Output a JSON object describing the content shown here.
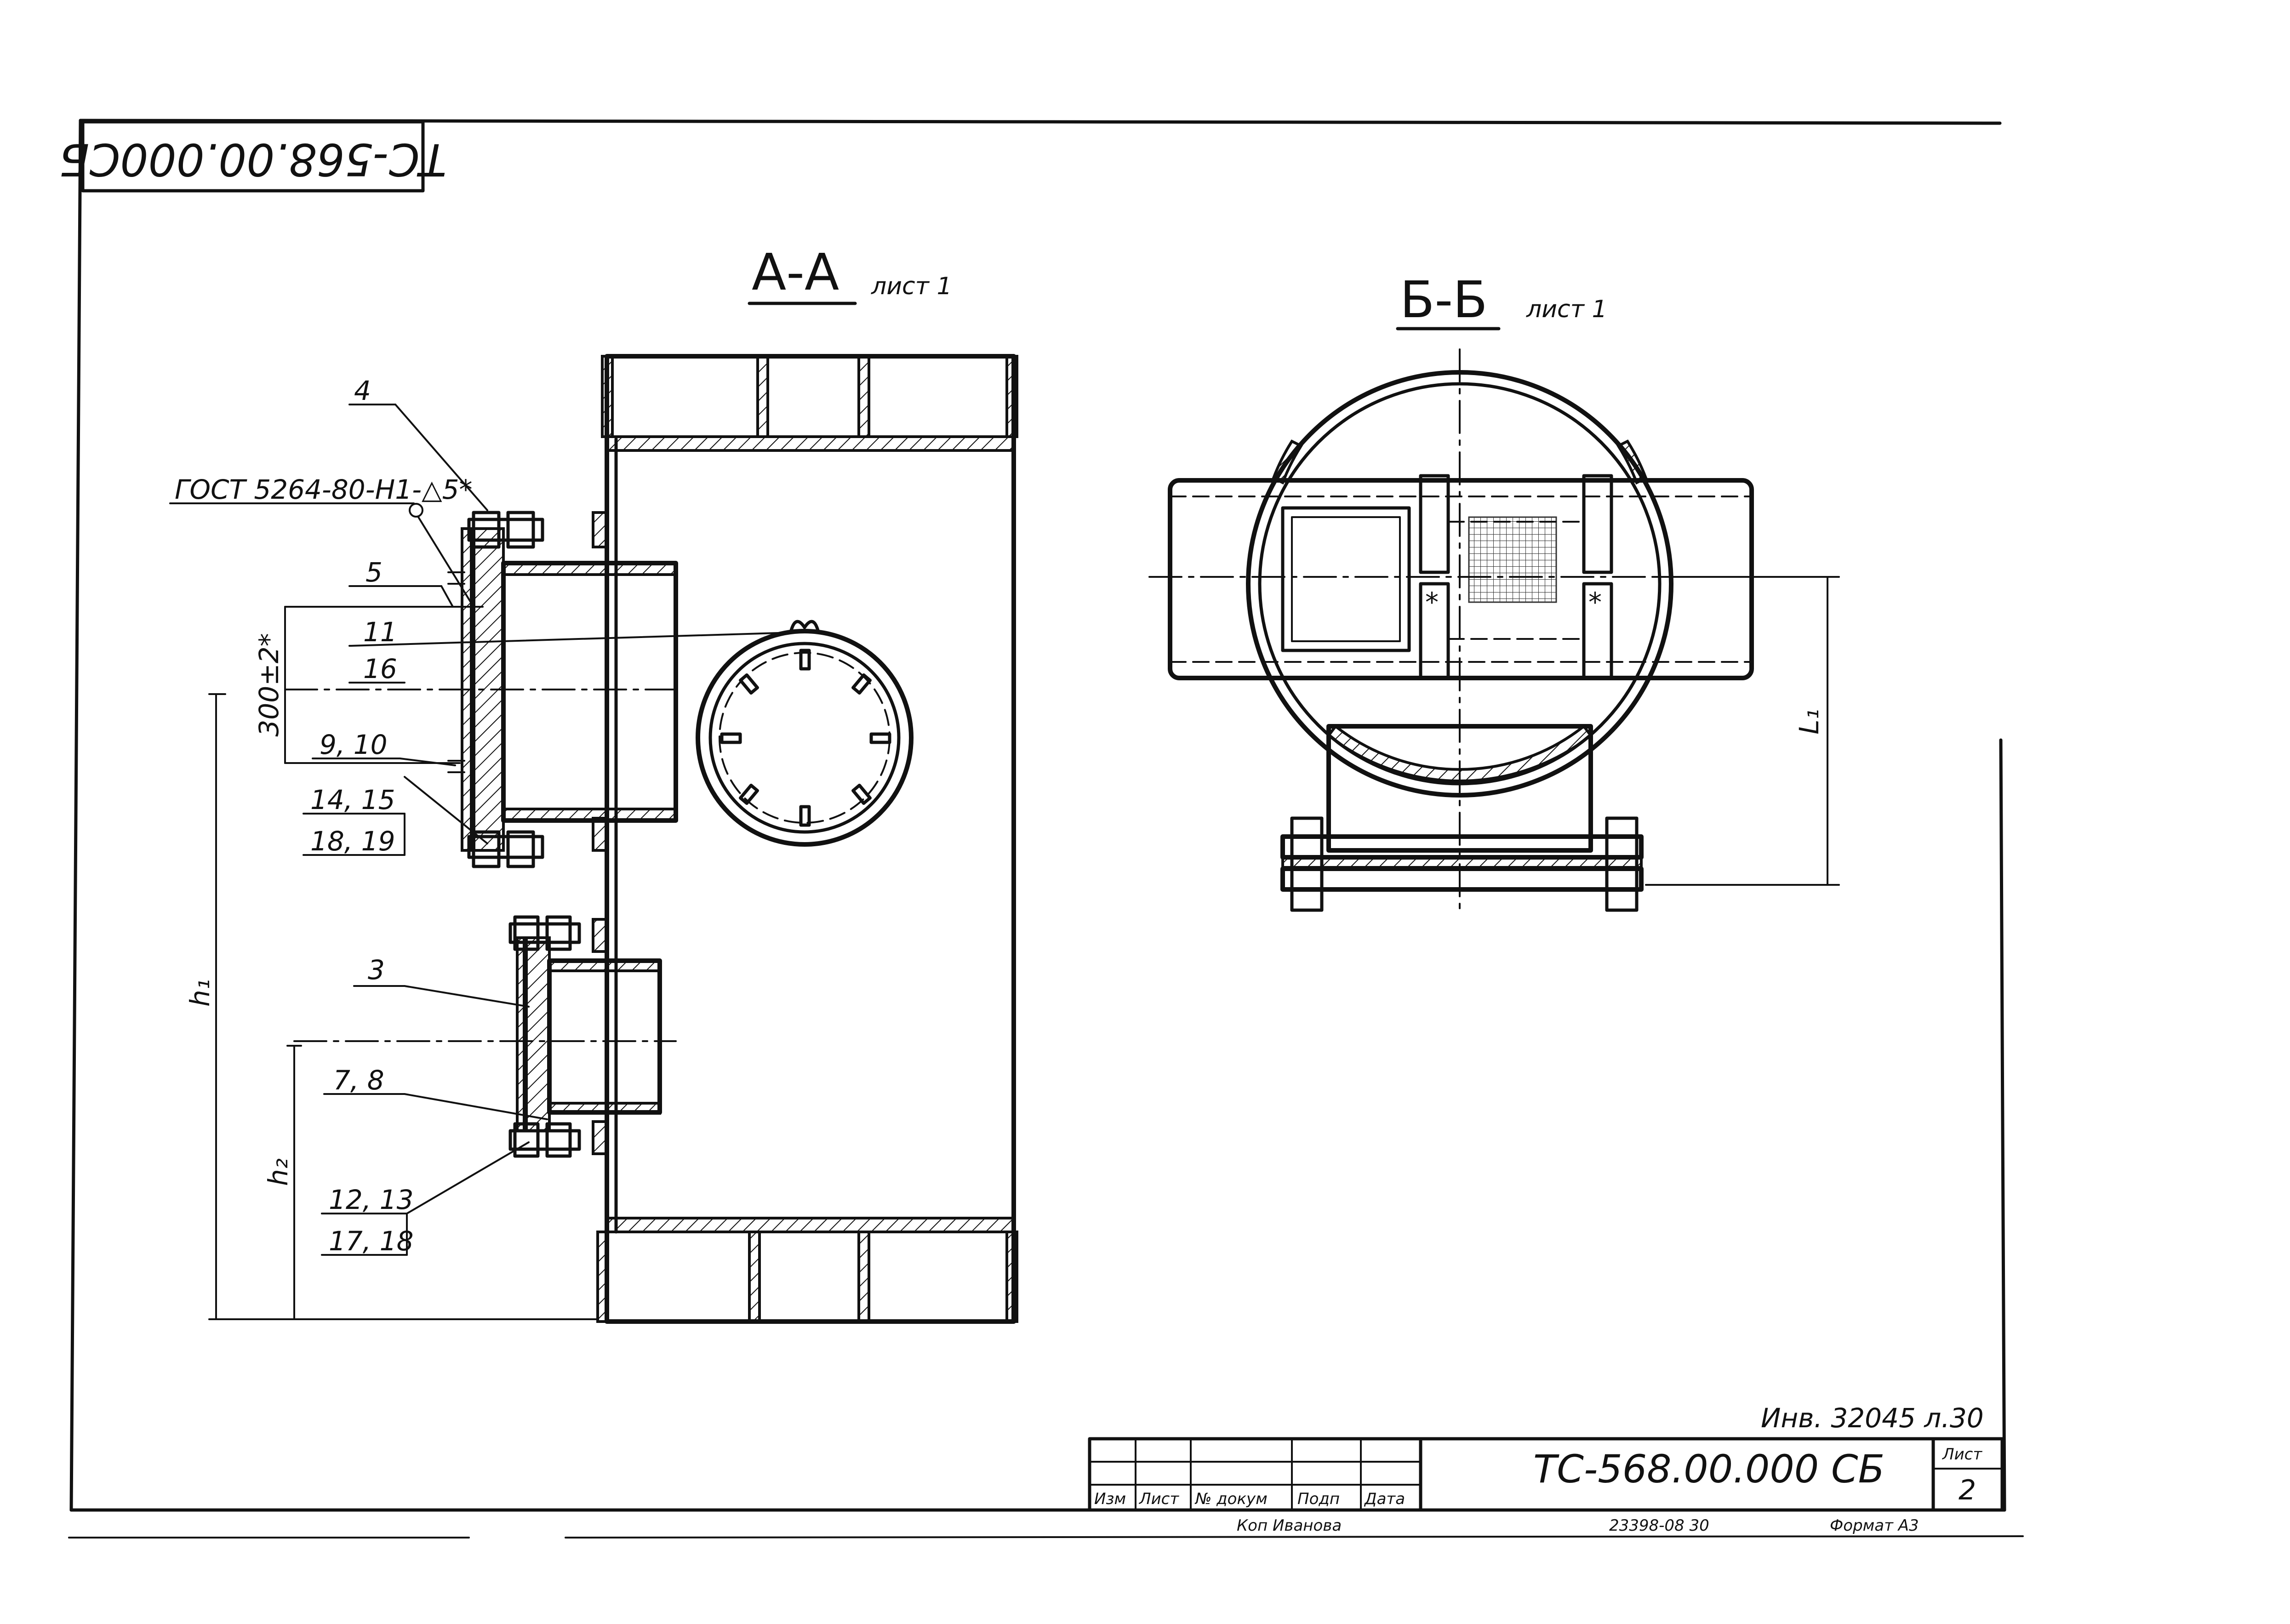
{
  "stamp_code": "TC-568.00.000СБ",
  "views": {
    "aa": {
      "title": "А-А",
      "sheet": "лист 1"
    },
    "bb": {
      "title": "Б-Б",
      "sheet": "лист 1"
    }
  },
  "callouts": {
    "c4": "4",
    "gost": "ГОСТ 5264-80-Н1-△5*",
    "c5": "5",
    "c11": "11",
    "c16": "16",
    "c9_10": "9, 10",
    "c14_15": "14, 15",
    "c18_19": "18, 19",
    "c3": "3",
    "c7_8": "7, 8",
    "c12_13": "12, 13",
    "c17_18": "17, 18"
  },
  "dimensions": {
    "d300": "300±2*",
    "h1": "h₁",
    "h2": "h₂",
    "l1": "L₁"
  },
  "title_block": {
    "inventory": "Инв. 32045 л.30",
    "doc_code": "TC-568.00.000 СБ",
    "sheet_label": "Лист",
    "sheet_no": "2",
    "col_izm": "Изм",
    "col_list": "Лист",
    "col_doc": "№ докум",
    "col_sign": "Подп",
    "col_date": "Дата",
    "copied": "Коп Иванова",
    "order": "23398-08   30",
    "format": "Формат А3"
  }
}
